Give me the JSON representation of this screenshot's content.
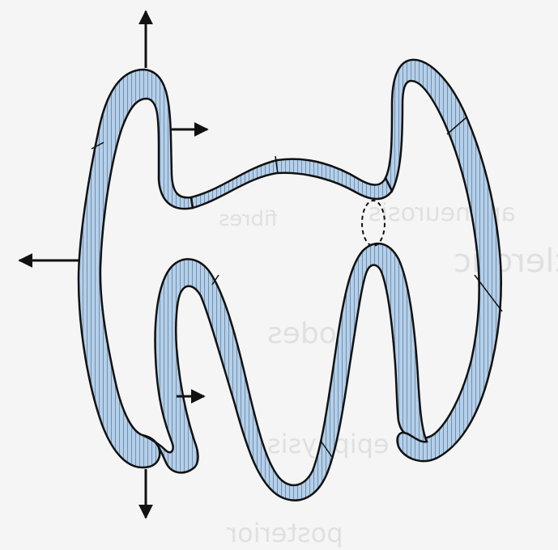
{
  "figure": {
    "wall_fill": "#b4cfe9",
    "wall_hatch": "#16324f",
    "outline": "#111111",
    "arrow_color": "#111111",
    "background": "#f4f5f4",
    "arrow_icon": "arrow-icon"
  },
  "bleed_through": {
    "lines": [
      "sclerotic",
      "fibres",
      "nodes",
      "aponeurosis",
      "epiphysis",
      "posterior"
    ]
  }
}
